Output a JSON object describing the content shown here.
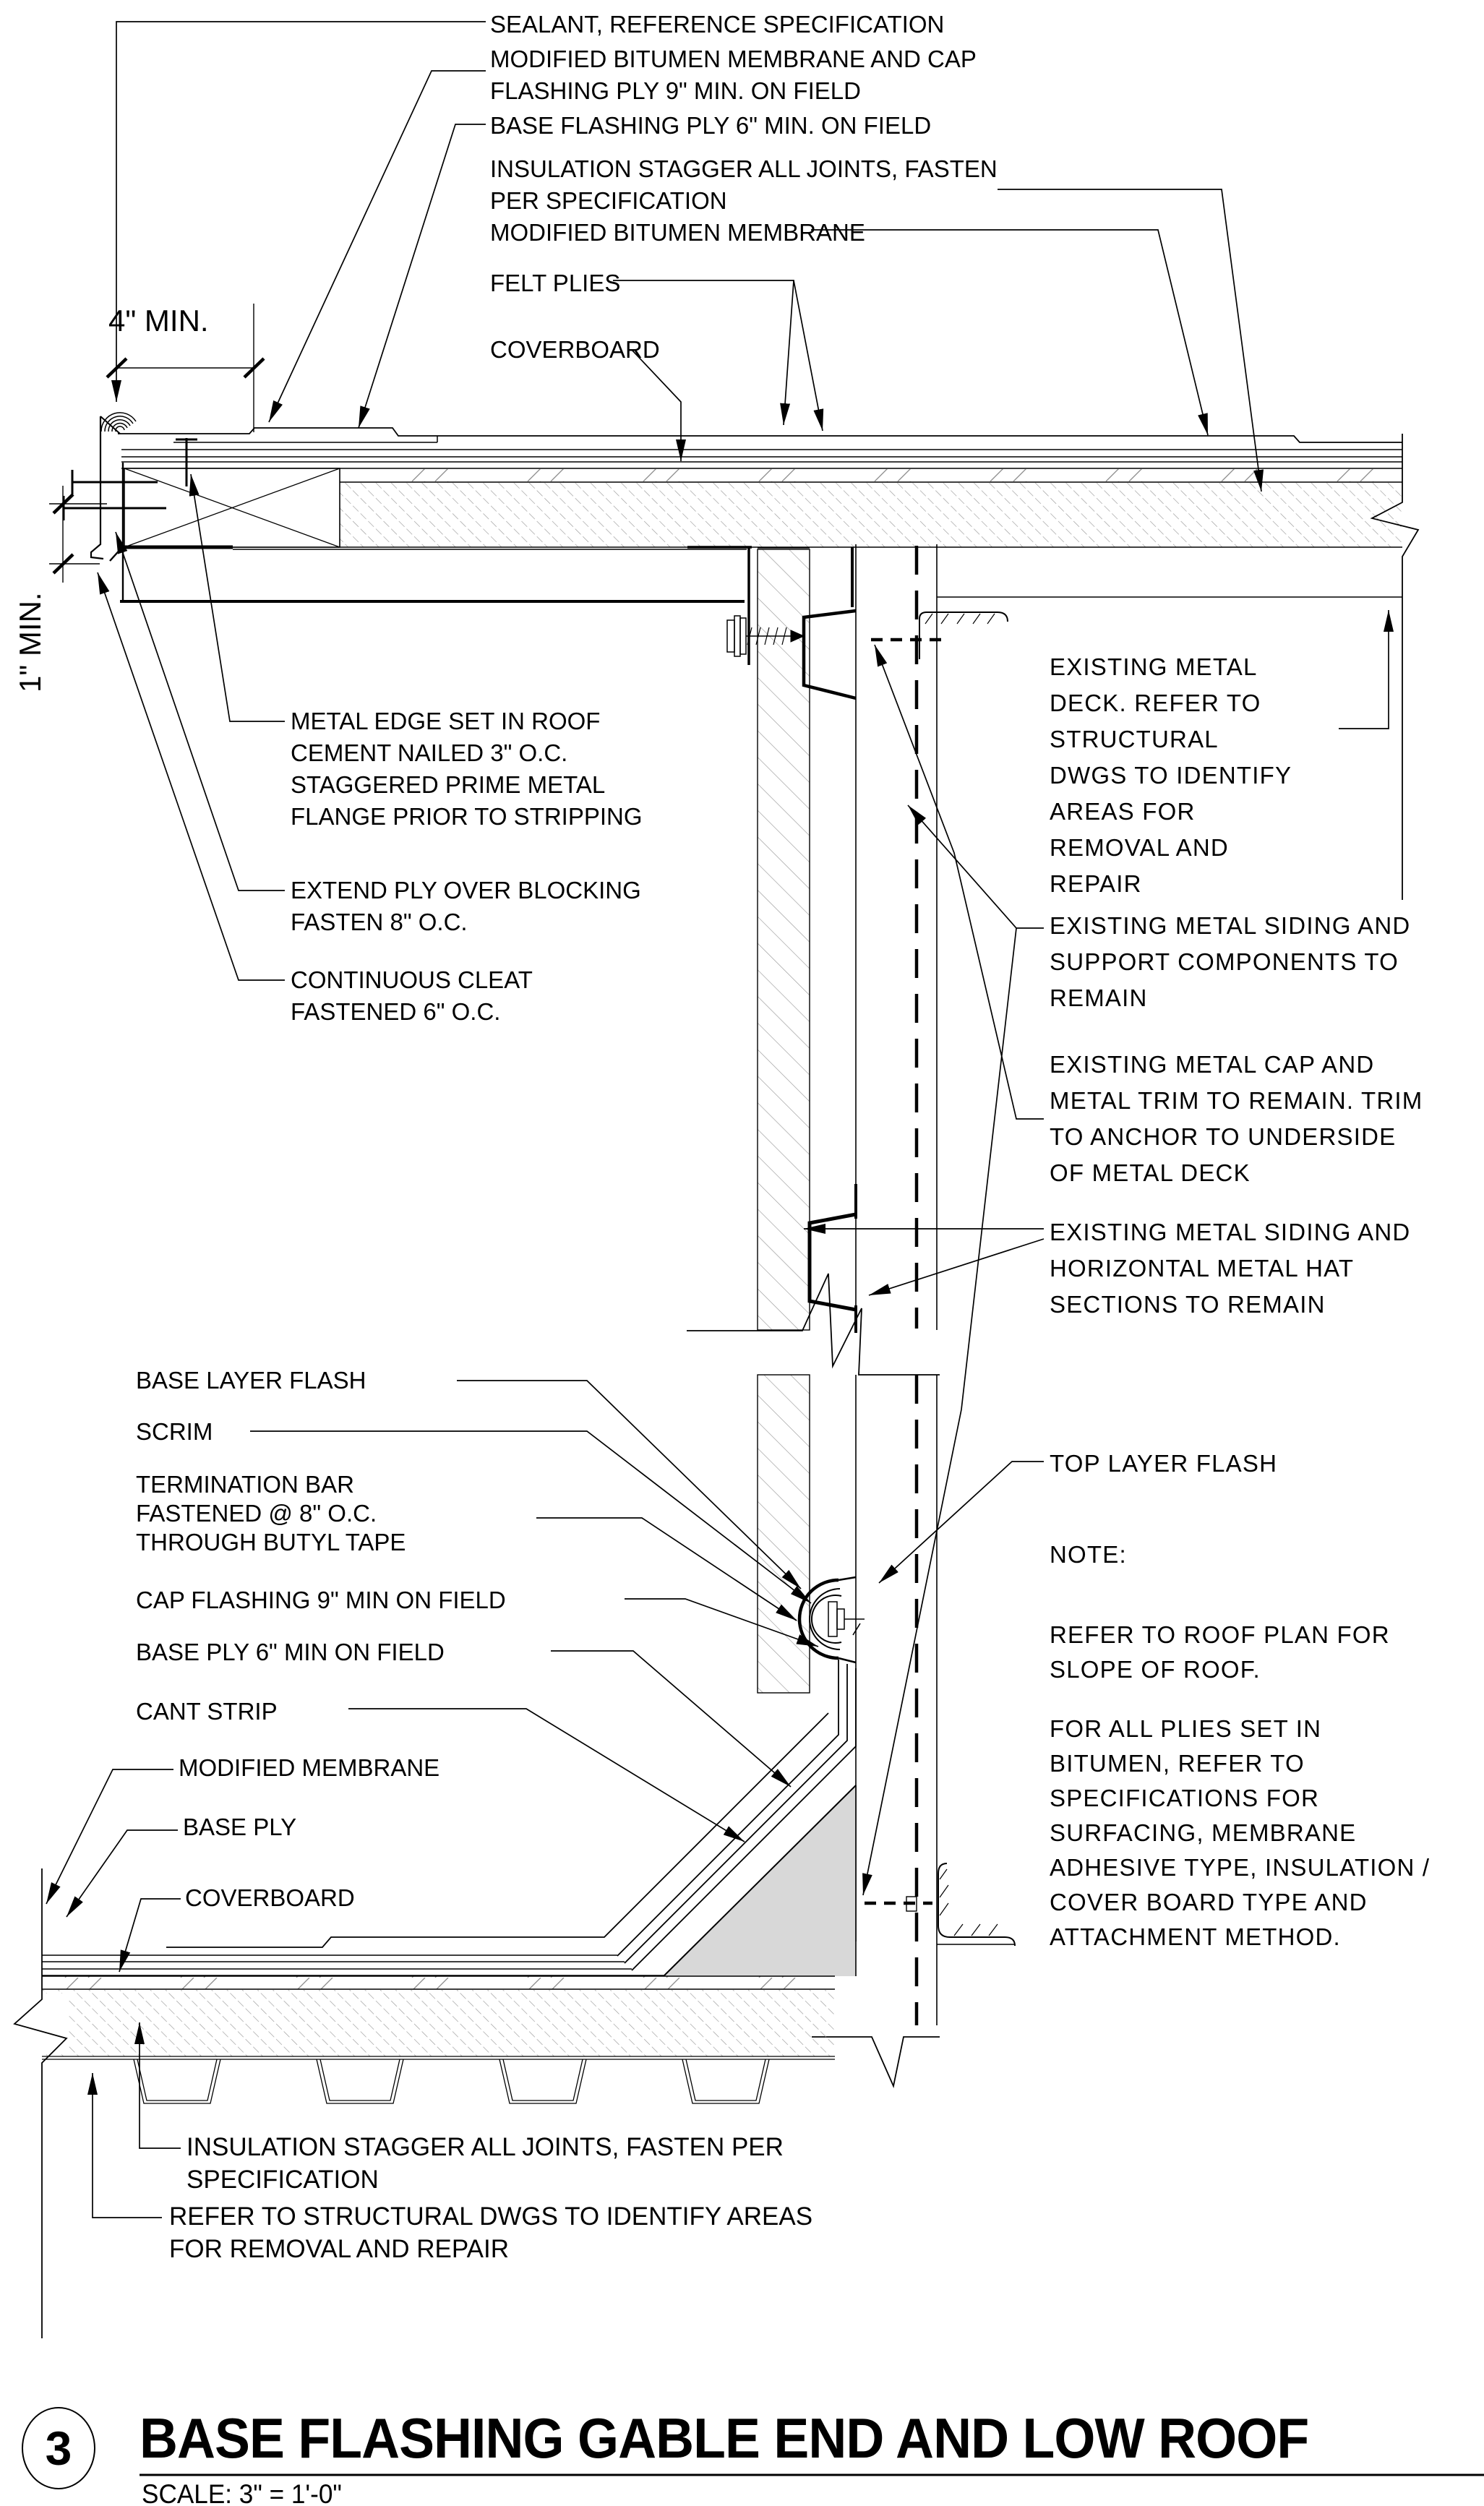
{
  "drawing_colors": {
    "line": "#000000",
    "hatch": "#999999",
    "cant_fill": "#d8d8d8",
    "background": "#ffffff"
  },
  "labels": {
    "sealant": {
      "lines": [
        "SEALANT, REFERENCE SPECIFICATION"
      ]
    },
    "mod_bit_cap": {
      "lines": [
        "MODIFIED BITUMEN MEMBRANE AND CAP",
        "FLASHING PLY 9\" MIN. ON FIELD"
      ]
    },
    "base_flashing": {
      "lines": [
        "BASE FLASHING PLY 6\" MIN. ON FIELD"
      ]
    },
    "insulation_top": {
      "lines": [
        "INSULATION STAGGER ALL JOINTS, FASTEN",
        "PER SPECIFICATION"
      ]
    },
    "mod_bit_mem": {
      "lines": [
        "MODIFIED BITUMEN MEMBRANE"
      ]
    },
    "felt_plies": {
      "lines": [
        "FELT PLIES"
      ]
    },
    "coverboard_top": {
      "lines": [
        "COVERBOARD"
      ]
    },
    "metal_edge": {
      "lines": [
        "METAL EDGE SET IN ROOF",
        "CEMENT NAILED 3\" O.C.",
        "STAGGERED PRIME METAL",
        "FLANGE PRIOR TO STRIPPING"
      ]
    },
    "extend_ply": {
      "lines": [
        "EXTEND PLY OVER BLOCKING",
        "FASTEN 8\" O.C."
      ]
    },
    "cont_cleat": {
      "lines": [
        "CONTINUOUS CLEAT",
        "FASTENED 6\" O.C."
      ]
    },
    "exist_deck": {
      "lines": [
        "EXISTING METAL",
        "DECK. REFER TO",
        "STRUCTURAL",
        "DWGS TO IDENTIFY",
        "AREAS FOR",
        "REMOVAL AND",
        "REPAIR"
      ]
    },
    "exist_siding_support": {
      "lines": [
        "EXISTING METAL SIDING AND",
        "SUPPORT COMPONENTS TO",
        "REMAIN"
      ]
    },
    "exist_cap_trim": {
      "lines": [
        "EXISTING METAL CAP AND",
        "METAL TRIM TO REMAIN. TRIM",
        "TO ANCHOR TO UNDERSIDE",
        "OF METAL DECK"
      ]
    },
    "exist_hat": {
      "lines": [
        "EXISTING METAL SIDING AND",
        "HORIZONTAL METAL HAT",
        "SECTIONS TO REMAIN"
      ]
    },
    "top_layer_flash": {
      "lines": [
        "TOP LAYER FLASH"
      ]
    },
    "note_head": {
      "lines": [
        "NOTE:"
      ]
    },
    "note_slope": {
      "lines": [
        "REFER TO ROOF PLAN FOR",
        "SLOPE OF ROOF."
      ]
    },
    "note_plies": {
      "lines": [
        "FOR ALL PLIES SET IN",
        "BITUMEN, REFER TO",
        "SPECIFICATIONS FOR",
        "SURFACING, MEMBRANE",
        "ADHESIVE TYPE, INSULATION /",
        "COVER BOARD TYPE AND",
        "ATTACHMENT METHOD."
      ]
    },
    "base_layer_flash": {
      "lines": [
        "BASE LAYER FLASH"
      ]
    },
    "scrim": {
      "lines": [
        "SCRIM"
      ]
    },
    "termination_bar": {
      "lines": [
        "TERMINATION BAR",
        "FASTENED @ 8\" O.C.",
        "THROUGH BUTYL TAPE"
      ]
    },
    "cap_flashing_9": {
      "lines": [
        "CAP FLASHING 9\" MIN ON FIELD"
      ]
    },
    "base_ply_6": {
      "lines": [
        "BASE PLY 6\" MIN ON FIELD"
      ]
    },
    "cant_strip": {
      "lines": [
        "CANT STRIP"
      ]
    },
    "mod_membrane": {
      "lines": [
        "MODIFIED MEMBRANE"
      ]
    },
    "base_ply": {
      "lines": [
        "BASE PLY"
      ]
    },
    "coverboard_low": {
      "lines": [
        "COVERBOARD"
      ]
    },
    "insulation_low": {
      "lines": [
        "INSULATION STAGGER ALL JOINTS, FASTEN PER",
        "SPECIFICATION"
      ]
    },
    "refer_struct": {
      "lines": [
        "REFER TO STRUCTURAL DWGS TO IDENTIFY AREAS",
        "FOR REMOVAL AND REPAIR"
      ]
    }
  },
  "dimensions": {
    "d4": "4\" MIN.",
    "d1": "1\" MIN."
  },
  "titleblock": {
    "detail_number": "3",
    "title": "BASE FLASHING GABLE END AND LOW ROOF",
    "scale": "SCALE: 3\" = 1'-0\""
  }
}
